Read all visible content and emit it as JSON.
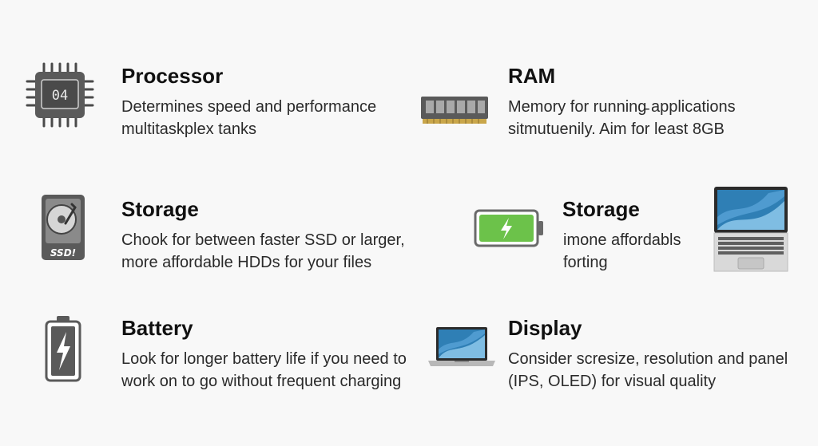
{
  "features": [
    {
      "title": "Processor",
      "lines": [
        "Determines speed and performance",
        "multitaskplex tanks"
      ],
      "icon": "cpu-chip-icon",
      "chip_label": "04"
    },
    {
      "title": "RAM",
      "lines": [
        "Memory  for running̵ applications",
        "sitmutuenily. Aim for least 8GB"
      ],
      "icon": "ram-module-icon"
    },
    {
      "title": "Storage",
      "lines": [
        "Chook for between faster SSD or larger,",
        "more affordable HDDs for your files"
      ],
      "icon": "hard-drive-icon",
      "drive_label": "SSD!"
    },
    {
      "title": "Storage",
      "lines": [
        "imone affordabls",
        "forting"
      ],
      "icon": "battery-charging-icon",
      "secondary_icon": "laptop-icon"
    },
    {
      "title": "Battery",
      "lines": [
        "Look for longer battery life if you need to",
        "work on to go without frequent charging"
      ],
      "icon": "battery-bolt-icon"
    },
    {
      "title": "Display",
      "lines": [
        "Consider scresize, resolution and panel",
        "(IPS, OLED) for visual quality"
      ],
      "icon": "laptop-display-icon"
    }
  ],
  "colors": {
    "background": "#f8f8f8",
    "text": "#1c1c1c",
    "icon_gray": "#555555",
    "battery_green": "#6cc24a",
    "screen_blue": "#2f7fb5"
  }
}
